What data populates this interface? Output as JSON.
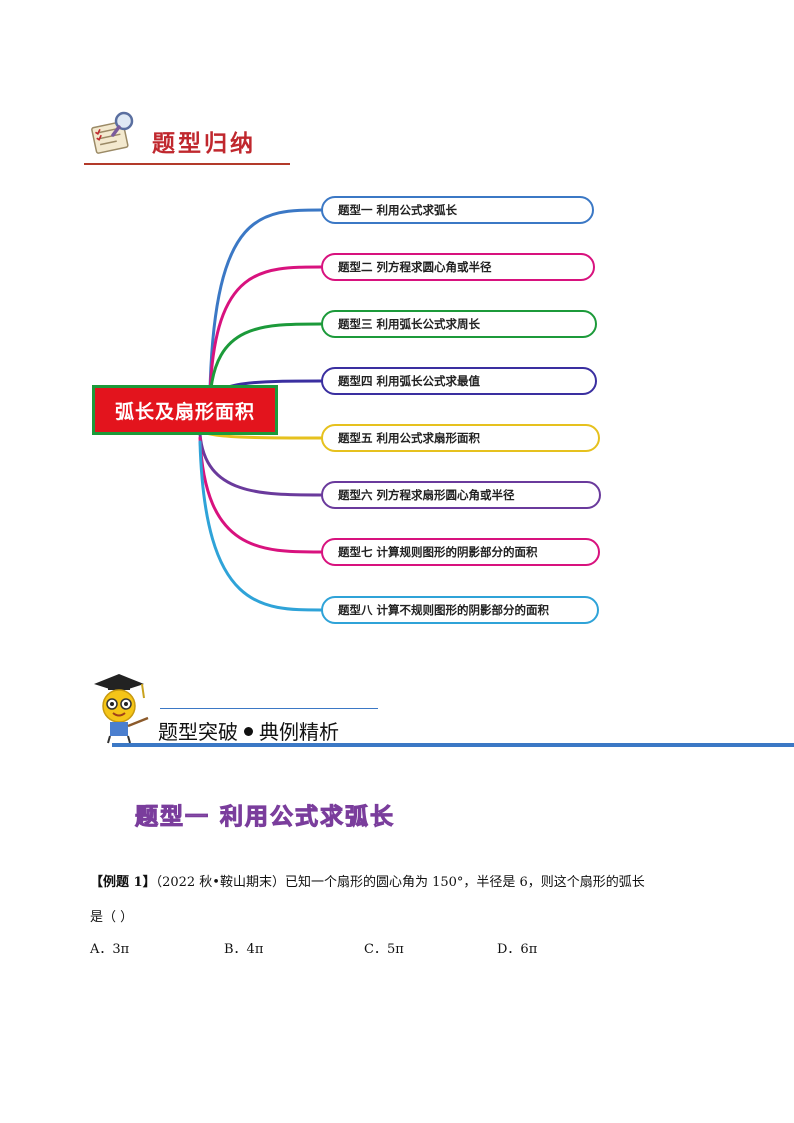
{
  "section1": {
    "title": "题型归纳",
    "icon": "checklist-magnifier-icon"
  },
  "mindmap": {
    "center": "弧长及扇形面积",
    "branches": [
      {
        "label": "题型一  利用公式求弧长",
        "color": "#3b78c5"
      },
      {
        "label": "题型二 列方程求圆心角或半径",
        "color": "#d8127e"
      },
      {
        "label": "题型三  利用弧长公式求周长",
        "color": "#1c9a3a"
      },
      {
        "label": "题型四  利用弧长公式求最值",
        "color": "#3a2fa0"
      },
      {
        "label": "题型五 利用公式求扇形面积",
        "color": "#e6c11e"
      },
      {
        "label": "题型六  列方程求扇形圆心角或半径",
        "color": "#6a3a9c"
      },
      {
        "label": "题型七 计算规则图形的阴影部分的面积",
        "color": "#d8127e"
      },
      {
        "label": "题型八  计算不规则图形的阴影部分的面积",
        "color": "#2fa3d8"
      }
    ]
  },
  "section2": {
    "title_left": "题型突破",
    "title_right": "典例精析",
    "icon": "graduate-mascot-icon"
  },
  "topic_heading": "题型一    利用公式求弧长",
  "question": {
    "label": "【例题 1】",
    "text1": "（2022 秋•鞍山期末）已知一个扇形的圆心角为 150°，半径是 6，则这个扇形的弧长",
    "text2": "是（      ）",
    "options": [
      "A．3π",
      "B．4π",
      "C．5π",
      "D．6π"
    ]
  }
}
